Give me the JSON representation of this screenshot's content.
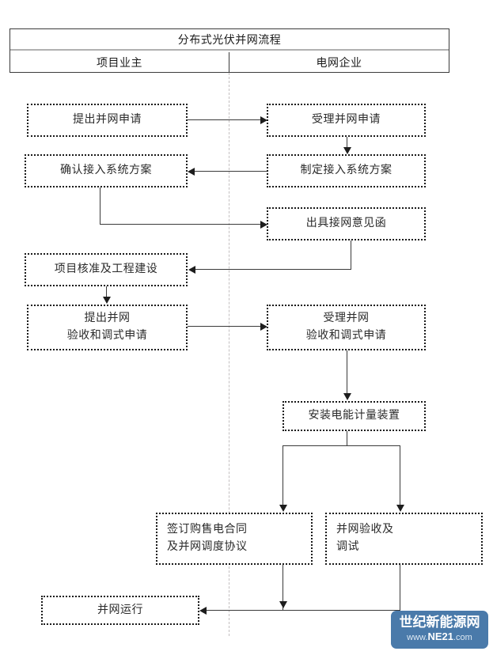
{
  "header": {
    "title": "分布式光伏并网流程",
    "lanes": [
      {
        "label": "项目业主"
      },
      {
        "label": "电网企业"
      }
    ]
  },
  "nodes": [
    {
      "id": "n1",
      "label": "提出并网申请",
      "lane": "owner"
    },
    {
      "id": "n2",
      "label": "受理并网申请",
      "lane": "grid"
    },
    {
      "id": "n3",
      "label": "确认接入系统方案",
      "lane": "owner"
    },
    {
      "id": "n4",
      "label": "制定接入系统方案",
      "lane": "grid"
    },
    {
      "id": "n5",
      "label": "出具接网意见函",
      "lane": "grid"
    },
    {
      "id": "n6",
      "label": "项目核准及工程建设",
      "lane": "owner"
    },
    {
      "id": "n7",
      "line1": "提出并网",
      "line2": "验收和调式申请",
      "lane": "owner"
    },
    {
      "id": "n8",
      "line1": "受理并网",
      "line2": "验收和调式申请",
      "lane": "grid"
    },
    {
      "id": "n9",
      "label": "安装电能计量装置",
      "lane": "grid"
    },
    {
      "id": "n10",
      "line1": "签订购售电合同",
      "line2": "及并网调度协议",
      "lane": "grid"
    },
    {
      "id": "n11",
      "line1": "并网验收及",
      "line2": "调试",
      "lane": "grid"
    },
    {
      "id": "n12",
      "label": "并网运行",
      "lane": "owner"
    }
  ],
  "watermark": {
    "cn": "世纪新能源网",
    "url_prefix": "www.",
    "url_brand": "NE21",
    "url_suffix": ".com"
  },
  "colors": {
    "box_border": "#1a1a1a",
    "connector": "#3a3a3a",
    "table_border": "#3b3b3b",
    "lane_divider": "#c3bfc0",
    "watermark_bg": "#4a7aaa"
  }
}
